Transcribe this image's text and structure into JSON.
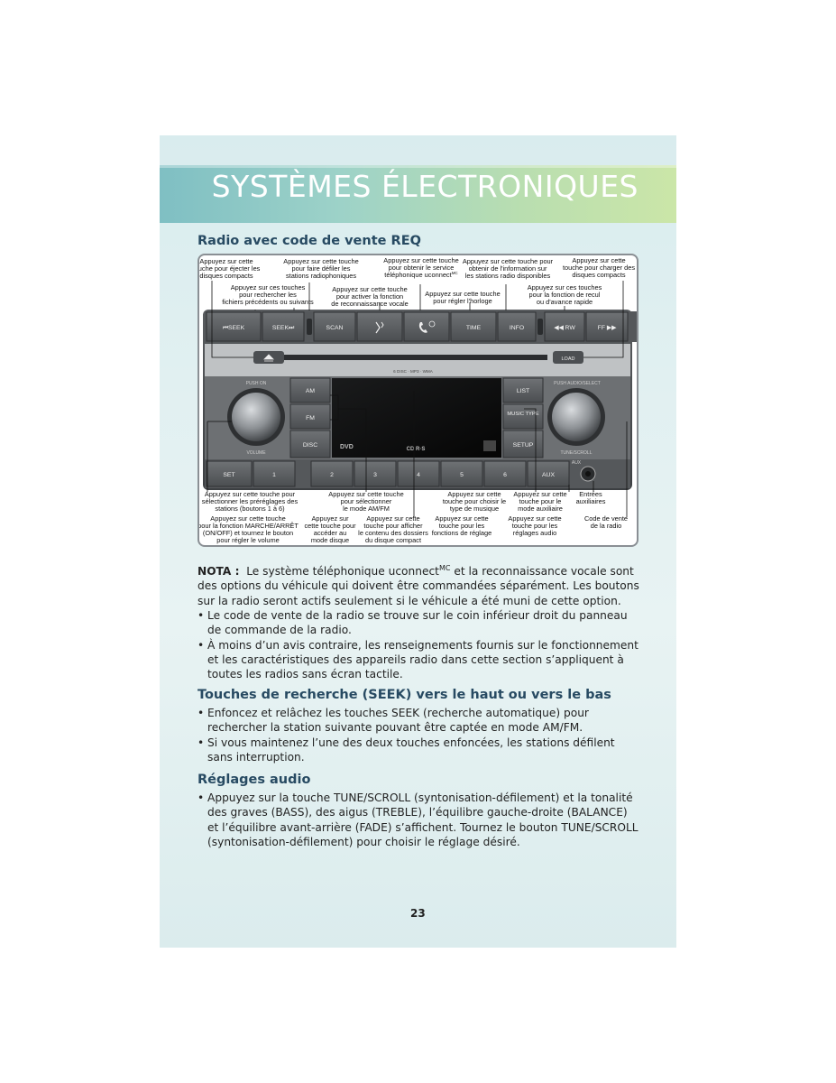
{
  "page": {
    "title": "SYSTÈMES ÉLECTRONIQUES",
    "section_heading": "Radio avec code de vente REQ",
    "page_number": "23"
  },
  "figure": {
    "callouts_top": [
      "Appuyez sur cette touche pour éjecter les disques compacts",
      "Appuyez sur cette touche pour faire défiler les stations radiophoniques",
      "Appuyez sur cette touche pour obtenir le service téléphonique uconnectMC",
      "Appuyez sur cette touche pour obtenir de l'information sur les stations radio disponibles",
      "Appuyez sur cette touche pour charger des disques compacts",
      "Appuyez sur ces touches pour rechercher les fichiers précédents ou suivants",
      "Appuyez sur cette touche pour activer la fonction de reconnaissance vocale",
      "Appuyez sur cette touche pour régler l'horloge",
      "Appuyez sur ces touches pour la fonction de recul ou d'avance rapide"
    ],
    "callouts_bottom": [
      "Appuyez sur cette touche pour sélectionner les préréglages des stations (boutons 1 à 6)",
      "Appuyez sur cette touche pour sélectionner le mode AM/FM",
      "Appuyez sur cette touche pour choisir le type de musique",
      "Appuyez sur cette touche pour le mode auxiliaire",
      "Entrées auxiliaires",
      "Appuyez sur cette touche pour la fonction MARCHE/ARRÊT (ON/OFF) et tournez le bouton pour régler le volume",
      "Appuyez sur cette touche pour accéder au mode disque",
      "Appuyez sur cette touche pour afficher le contenu des dossiers du disque compact",
      "Appuyez sur cette touche pour les fonctions de réglage",
      "Appuyez sur cette touche pour les réglages audio",
      "Code de vente de la radio"
    ],
    "buttons": {
      "seek_back": "⏮SEEK",
      "seek_fwd": "SEEK⏭",
      "scan": "SCAN",
      "time": "TIME",
      "info": "INFO",
      "rw": "◀◀ RW",
      "ff": "FF ▶▶",
      "load": "LOAD",
      "am": "AM",
      "fm": "FM",
      "disc": "DISC",
      "list": "LIST",
      "music_type": "MUSIC TYPE",
      "setup": "SETUP",
      "set": "SET",
      "p1": "1",
      "p2": "2",
      "p3": "3",
      "p4": "4",
      "p5": "5",
      "p6": "6",
      "aux": "AUX"
    },
    "labels": {
      "push_on": "PUSH ON",
      "volume": "VOLUME",
      "push_audio_select": "PUSH AUDIO/SELECT",
      "tune_scroll": "TUNE/SCROLL",
      "disc_format": "6 DISC · MP3 · WMA",
      "aux_jack": "AUX",
      "logo": "CD R·S",
      "dvd": "DVD"
    }
  },
  "nota": {
    "label": "NOTA :",
    "text_pre": "Le système téléphonique uconnect",
    "superscript": "MC",
    "text_post": " et la reconnaissance vocale sont des options du véhicule qui doivent être commandées séparément. Les boutons sur la radio seront actifs seulement si le véhicule a été muni de cette option."
  },
  "bullets_1": [
    "Le code de vente de la radio se trouve sur le coin inférieur droit du panneau de commande de la radio.",
    "À moins d’un avis contraire, les renseignements fournis sur le fonctionnement et les caractéristiques des appareils radio dans cette section s’appliquent à toutes les radios sans écran tactile."
  ],
  "section2": {
    "heading": "Touches de recherche (SEEK) vers le haut ou vers le bas",
    "bullets": [
      "Enfoncez et relâchez les touches SEEK (recherche automatique) pour rechercher la station suivante pouvant être captée en mode AM/FM.",
      "Si vous maintenez l’une des deux touches enfoncées, les stations défilent sans interruption."
    ]
  },
  "section3": {
    "heading": "Réglages audio",
    "bullets": [
      "Appuyez sur la touche TUNE/SCROLL (syntonisation-défilement) et la tonalité des graves (BASS), des aigus (TREBLE), l’équilibre gauche-droite (BALANCE) et l’équilibre avant-arrière (FADE) s’affichent. Tournez le bouton TUNE/SCROLL (syntonisation-défilement) pour choisir le réglage désiré."
    ]
  },
  "bullet_char": "•",
  "colors": {
    "heading": "#274a62",
    "title_text": "#ffffff"
  }
}
